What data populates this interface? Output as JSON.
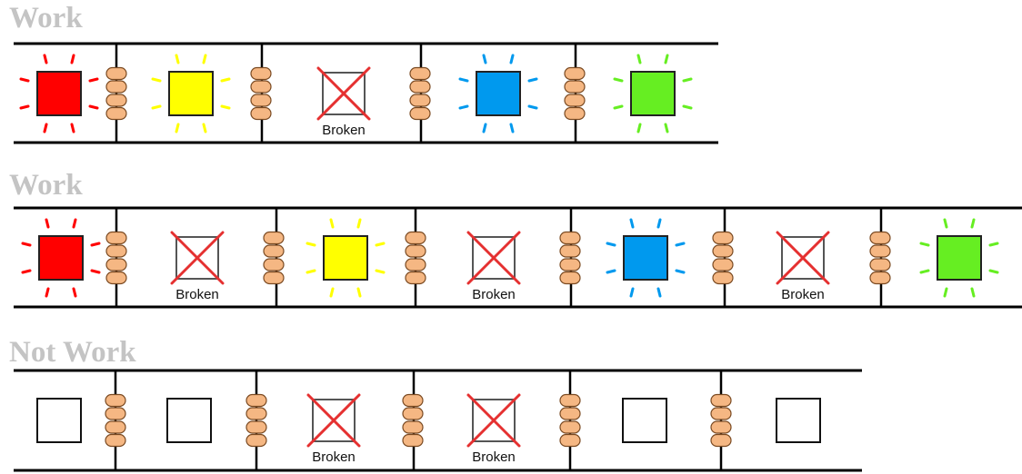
{
  "panels": [
    {
      "title": "Work",
      "leds": [
        {
          "state": "lit",
          "color": "#ff0000"
        },
        {
          "state": "lit",
          "color": "#ffff00"
        },
        {
          "state": "broken",
          "label": "Broken"
        },
        {
          "state": "lit",
          "color": "#0099ee"
        },
        {
          "state": "lit",
          "color": "#66ee22"
        }
      ]
    },
    {
      "title": "Work",
      "leds": [
        {
          "state": "lit",
          "color": "#ff0000"
        },
        {
          "state": "broken",
          "label": "Broken"
        },
        {
          "state": "lit",
          "color": "#ffff00"
        },
        {
          "state": "broken",
          "label": "Broken"
        },
        {
          "state": "lit",
          "color": "#0099ee"
        },
        {
          "state": "broken",
          "label": "Broken"
        },
        {
          "state": "lit",
          "color": "#66ee22"
        }
      ]
    },
    {
      "title": "Not Work",
      "leds": [
        {
          "state": "off"
        },
        {
          "state": "off"
        },
        {
          "state": "broken",
          "label": "Broken"
        },
        {
          "state": "broken",
          "label": "Broken"
        },
        {
          "state": "off"
        },
        {
          "state": "off"
        }
      ]
    }
  ],
  "colors": {
    "rail": "#000000",
    "resistor": "#f5b783",
    "resistor_outline": "#7a4a22",
    "broken_cross": "#e53030",
    "broken_box": "#555555",
    "title": "#c4c4c4"
  }
}
